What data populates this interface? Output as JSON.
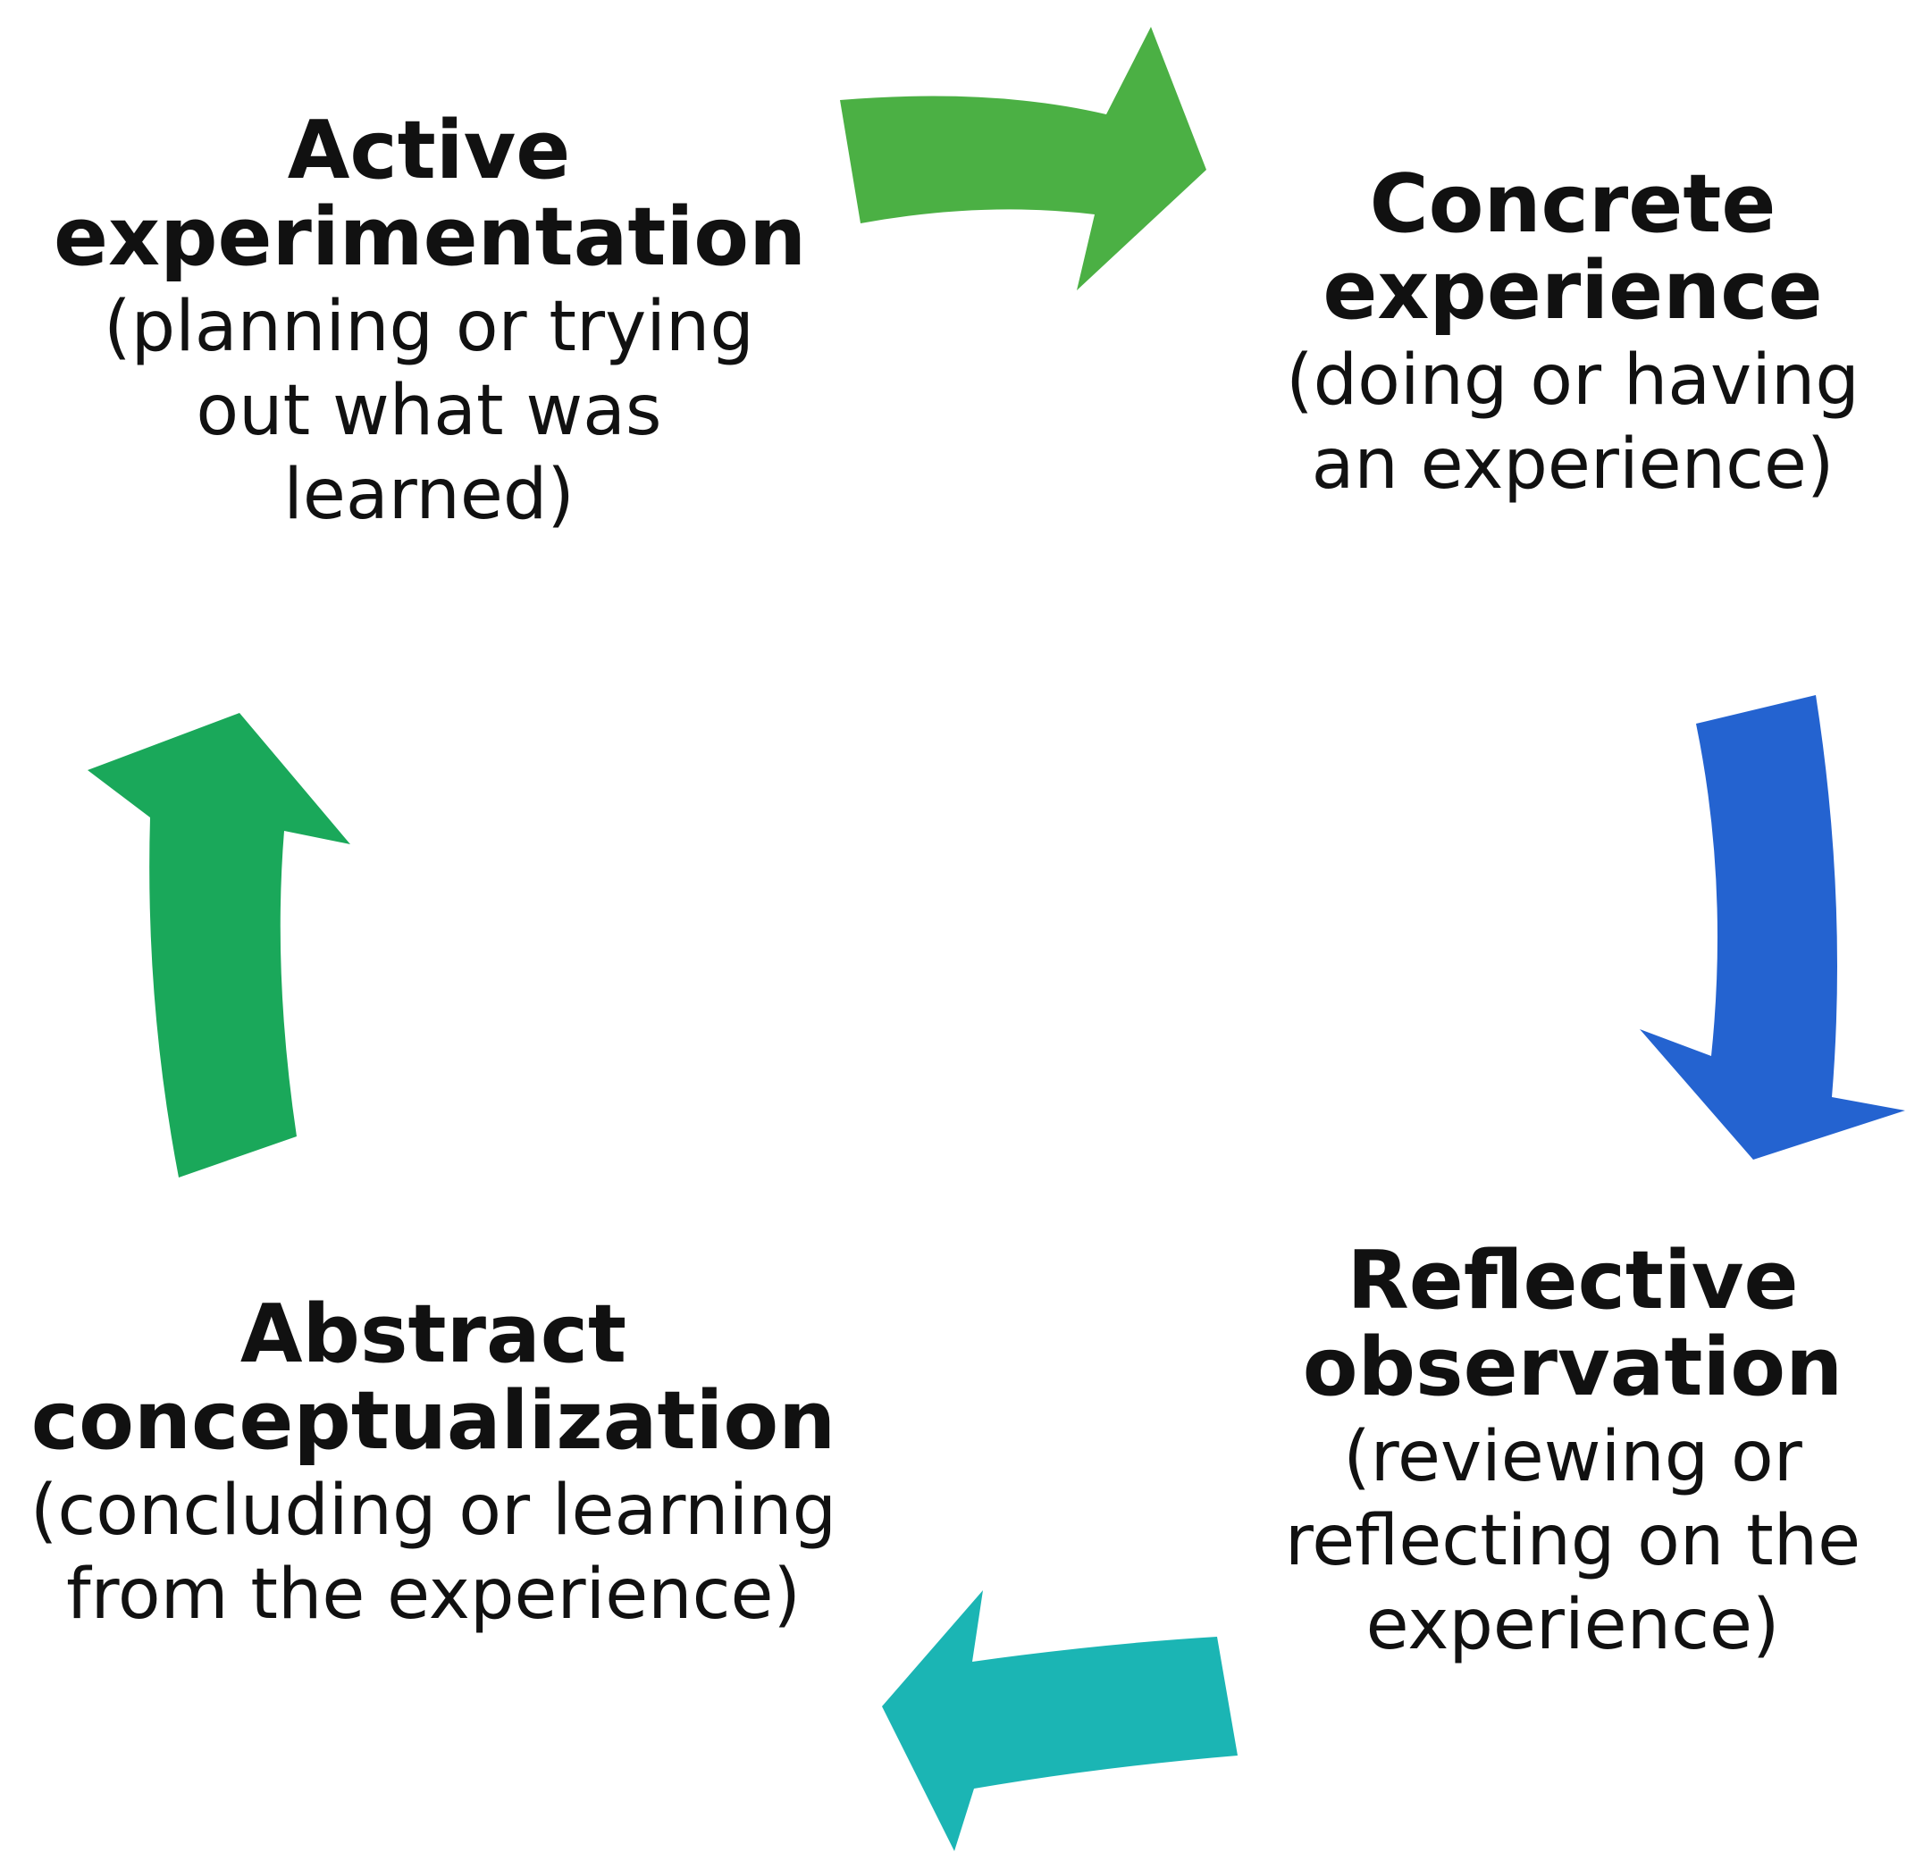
{
  "colors": {
    "green_light": "#4bb044",
    "green": "#1aa85a",
    "blue": "#2463d0",
    "teal": "#1bb5b4",
    "text": "#111111"
  },
  "stages": {
    "active": {
      "title_lines": [
        "Active",
        "experimentation"
      ],
      "desc_lines": [
        "(planning or trying",
        "out what was",
        "learned)"
      ]
    },
    "concrete": {
      "title_lines": [
        "Concrete",
        "experience"
      ],
      "desc_lines": [
        "(doing or having",
        "an experience)"
      ]
    },
    "reflective": {
      "title_lines": [
        "Reflective",
        "observation"
      ],
      "desc_lines": [
        "(reviewing or",
        "reflecting on the",
        "experience)"
      ]
    },
    "abstract": {
      "title_lines": [
        "Abstract",
        "conceptualization"
      ],
      "desc_lines": [
        "(concluding or learning",
        "from the experience)"
      ]
    }
  }
}
